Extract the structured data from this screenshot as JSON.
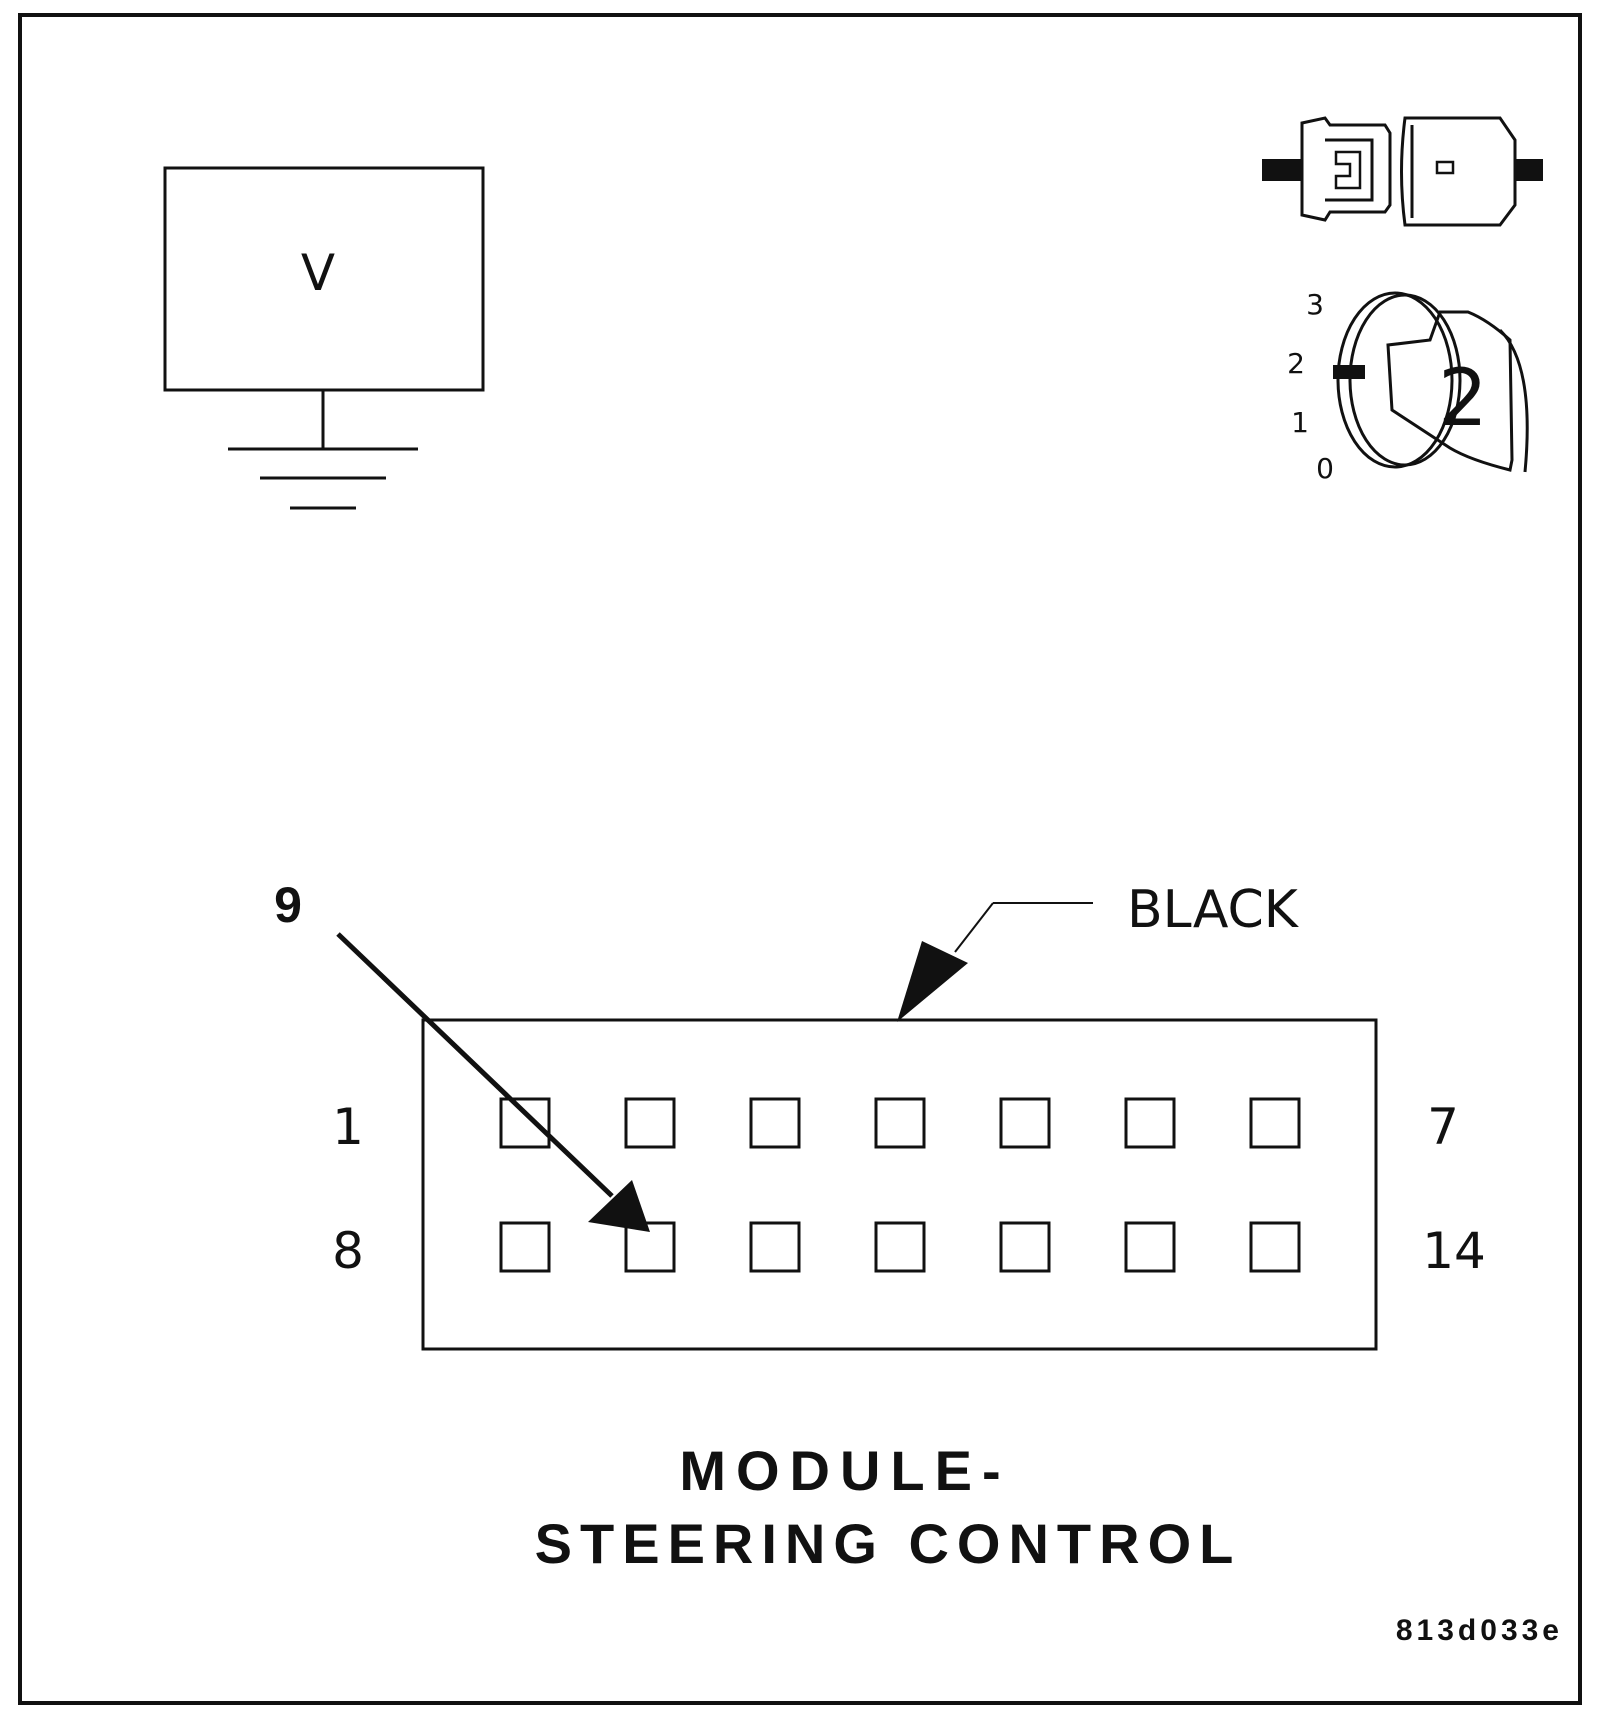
{
  "meter": {
    "label": "V"
  },
  "ignition": {
    "positions": [
      "3",
      "2",
      "1",
      "0"
    ],
    "selected": "2"
  },
  "connector": {
    "color_label": "BLACK",
    "pin_callout": "9",
    "row1_start_label": "1",
    "row1_end_label": "7",
    "row2_start_label": "8",
    "row2_end_label": "14",
    "pins_per_row": 7,
    "highlighted_pin": 9
  },
  "title": {
    "line1": "MODULE-",
    "line2": "STEERING CONTROL"
  },
  "figure_code": "813d033e",
  "colors": {
    "ink": "#111111",
    "background": "#ffffff"
  }
}
